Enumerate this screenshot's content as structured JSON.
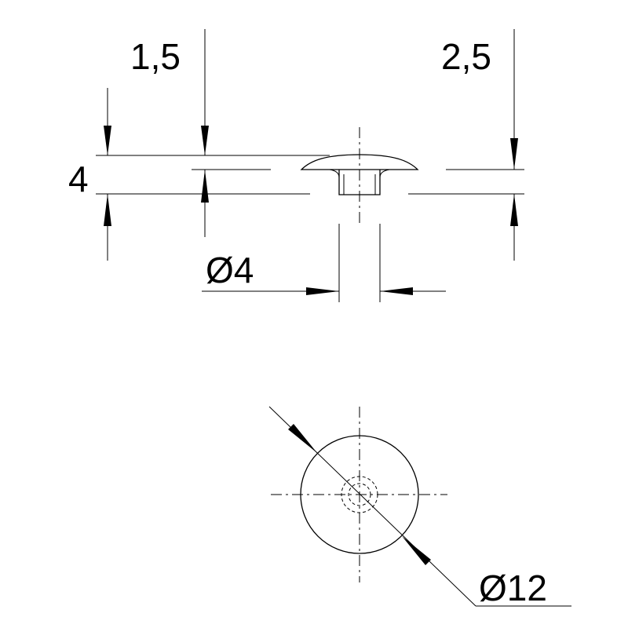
{
  "drawing": {
    "dimensions": {
      "flange_thickness": "1,5",
      "total_height": "4",
      "head_height": "2,5",
      "peg_diameter": "Ø4",
      "head_diameter": "Ø12"
    }
  }
}
